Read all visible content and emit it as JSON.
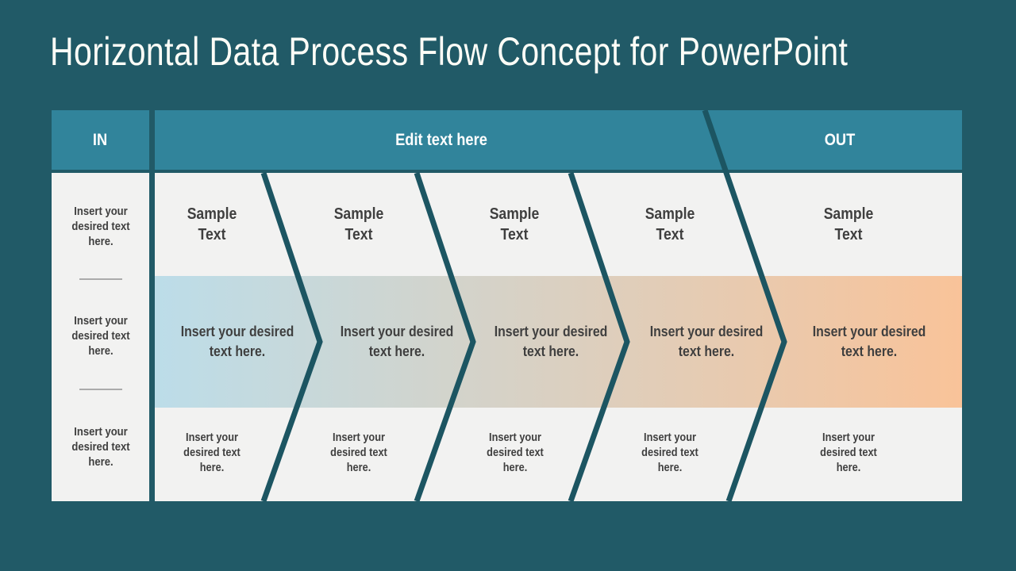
{
  "slide": {
    "title": "Horizontal Data Process Flow Concept for PowerPoint"
  },
  "header": {
    "in_label": "IN",
    "edit_label": "Edit text here",
    "out_label": "OUT"
  },
  "left_panel": {
    "items": [
      "Insert your\ndesired text\nhere.",
      "Insert your\ndesired text\nhere.",
      "Insert your\ndesired text\nhere."
    ]
  },
  "cells": [
    {
      "top": "Sample\nText",
      "middle": "Insert your desired\ntext here.",
      "bottom": "Insert your\ndesired text\nhere."
    },
    {
      "top": "Sample\nText",
      "middle": "Insert your desired\ntext here.",
      "bottom": "Insert your\ndesired text\nhere."
    },
    {
      "top": "Sample\nText",
      "middle": "Insert your desired\ntext here.",
      "bottom": "Insert your\ndesired text\nhere."
    },
    {
      "top": "Sample\nText",
      "middle": "Insert your desired\ntext here.",
      "bottom": "Insert your\ndesired text\nhere."
    },
    {
      "top": "Sample\nText",
      "middle": "Insert your desired\ntext here.",
      "bottom": "Insert your\ndesired text\nhere."
    }
  ],
  "colors": {
    "background": "#215A67",
    "header_teal": "#31849B",
    "separator": "#1C5562",
    "panel_gray": "#F2F2F1",
    "band_blue": "#BCDDE9",
    "band_orange": "#F9C399",
    "text_dark": "#3F3F3F",
    "text_white": "#FFFFFF",
    "divider_gray": "#ABABAB"
  }
}
